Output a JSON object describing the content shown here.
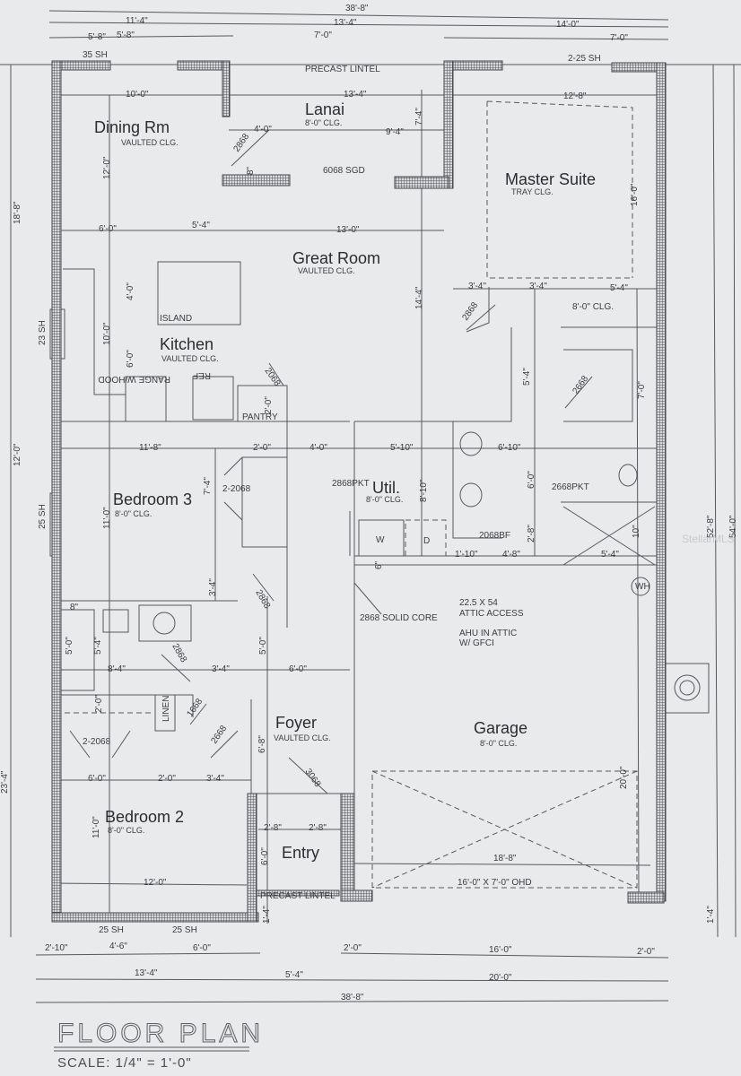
{
  "rooms": [
    {
      "name": "Dining Rm",
      "ceiling": "VAULTED CLG."
    },
    {
      "name": "Lanai",
      "ceiling": "8'-0\" CLG."
    },
    {
      "name": "Master Suite",
      "ceiling": "TRAY CLG."
    },
    {
      "name": "Great Room",
      "ceiling": "VAULTED CLG."
    },
    {
      "name": "Kitchen",
      "ceiling": "VAULTED CLG."
    },
    {
      "name": "Bedroom 3",
      "ceiling": "8'-0\" CLG."
    },
    {
      "name": "Util.",
      "ceiling": "8'-0\" CLG."
    },
    {
      "name": "Foyer",
      "ceiling": "VAULTED CLG."
    },
    {
      "name": "Garage",
      "ceiling": "8'-0\" CLG."
    },
    {
      "name": "Bedroom 2",
      "ceiling": "8'-0\" CLG."
    },
    {
      "name": "Entry",
      "ceiling": ""
    }
  ],
  "annotations": [
    "38'-8\"",
    "11'-4\"",
    "13'-4\"",
    "14'-0\"",
    "5'-8\"",
    "5'-8\"",
    "7'-0\"",
    "7'-0\"",
    "35 SH",
    "2-25 SH",
    "PRECAST LINTEL",
    "10'-0\"",
    "13'-4\"",
    "12'-8\"",
    "4'-0\"",
    "9'-4\"",
    "7'-4\"",
    "2868",
    "6068 SGD",
    "8\"",
    "12'-0\"",
    "18'-8\"",
    "16'-0\"",
    "6'-0\"",
    "5'-4\"",
    "13'-0\"",
    "3'-4\"",
    "3'-4\"",
    "5'-4\"",
    "8'-0\" CLG.",
    "2868",
    "14'-4\"",
    "4'-0\"",
    "10'-0\"",
    "6'-0\"",
    "23 SH",
    "ISLAND",
    "RANGE W/HOOD",
    "REF",
    "2068",
    "2'-0\"",
    "PANTRY",
    "5'-4\"",
    "7'-0\"",
    "2668",
    "12'-0\"",
    "11'-8\"",
    "2'-0\"",
    "4'-0\"",
    "5'-10\"",
    "6'-10\"",
    "7'-4\"",
    "2-2068",
    "2868PKT",
    "8'-10\"",
    "6'-0\"",
    "2668PKT",
    "11'-0\"",
    "25 SH",
    "W",
    "D",
    "2068BF",
    "1'-10\"",
    "4'-8\"",
    "2'-8\"",
    "5'-4\"",
    "10\"",
    "6\"",
    "3'-4\"",
    "2868",
    "WH",
    "22.5  X 54",
    "ATTIC ACCESS",
    "2868 SOLID CORE",
    "AHU IN ATTIC",
    "W/ GFCI",
    "8\"",
    "5'-0\"",
    "5'-4\"",
    "5'-0\"",
    "8'-4\"",
    "2868",
    "3'-4\"",
    "6'-0\"",
    "2'-0\"",
    "LINEN",
    "1668",
    "2-2068",
    "2668",
    "6'-8\"",
    "3068",
    "6'-0\"",
    "2'-0\"",
    "3'-4\"",
    "23'-4\"",
    "20'-0\"",
    "11'-0\"",
    "2'-8\"",
    "2'-8\"",
    "6'-0\"",
    "18'-8\"",
    "12'-0\"",
    "16'-0\" X 7'-0\" OHD",
    "PRECAST LINTEL",
    "1'-4\"",
    "1'-4\"",
    "25 SH",
    "25 SH",
    "2'-10\"",
    "4'-6\"",
    "6'-0\"",
    "2'-0\"",
    "16'-0\"",
    "2'-0\"",
    "13'-4\"",
    "5'-4\"",
    "20'-0\"",
    "38'-8\"",
    "52'-8\"",
    "54'-0\""
  ],
  "title": "FLOOR PLAN",
  "scale": "SCALE:  1/4\" = 1'-0\"",
  "watermark": "StellarMLS"
}
